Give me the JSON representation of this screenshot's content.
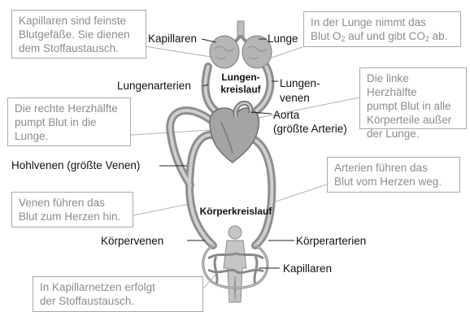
{
  "notes": {
    "capillaries": "Kapillaren sind feinste\nBlutgefäße. Sie dienen\ndem Stoffaustausch.",
    "lung_prefix": "In der Lunge nimmt das\nBlut O",
    "lung_sub1": "2",
    "lung_mid": " auf und gibt CO",
    "lung_sub2": "2",
    "lung_suffix": " ab.",
    "right_heart": "Die rechte Herzhälfte\npumpt Blut in die\nLunge.",
    "left_heart": "Die linke Herzhälfte\npumpt Blut in alle\nKörperteile außer\nder Lunge.",
    "arteries": "Arterien führen das\nBlut vom Herzen weg.",
    "veins": "Venen führen das\nBlut zum Herzen hin.",
    "capillary_nets": "In Kapillarnetzen erfolgt\nder Stoffaustausch."
  },
  "labels": {
    "kapillaren_top": "Kapillaren",
    "lunge": "Lunge",
    "lungenarterien": "Lungenarterien",
    "lungenvenen": "Lungen-\nvenen",
    "lungenkreislauf": "Lungen-\nkreislauf",
    "aorta": "Aorta\n(größte Arterie)",
    "hohlvenen": "Hohlvenen (größte Venen)",
    "koerperkreislauf": "Körperkreislauf",
    "koerpervenen": "Körpervenen",
    "koerperarterien": "Körperarterien",
    "kapillaren_bottom": "Kapillaren"
  },
  "colors": {
    "vessel": "#8a8a8a",
    "vessel_fill": "#b9b9b9",
    "heart": "#a0a0a0",
    "note_border": "#a9a9a9",
    "note_text": "#8c8c8c",
    "label_text": "#111111"
  }
}
